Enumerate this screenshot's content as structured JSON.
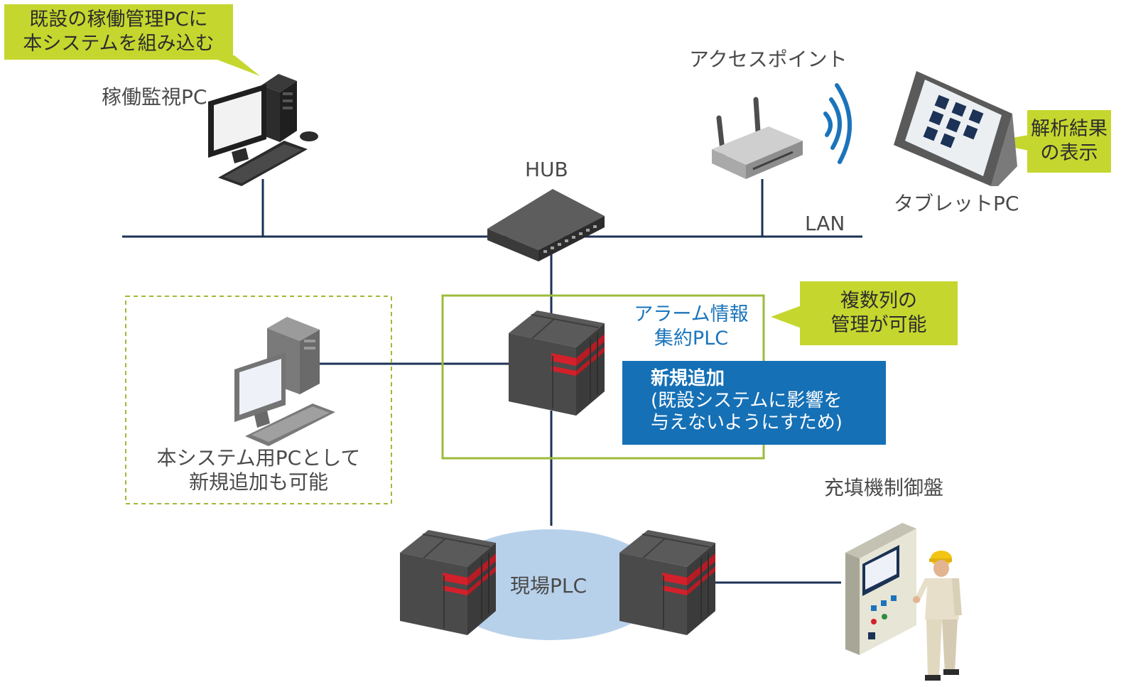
{
  "callouts": {
    "existing_pc": [
      "既設の稼働管理PCに",
      "本システムを組み込む"
    ],
    "analysis": [
      "解析結果",
      "の表示"
    ],
    "multi_rows": [
      "複数列の",
      "管理が可能"
    ]
  },
  "labels": {
    "monitor_pc": "稼働監視PC",
    "access_point": "アクセスポイント",
    "tablet_pc": "タブレットPC",
    "hub": "HUB",
    "lan": "LAN",
    "new_pc": [
      "本システム用PCとして",
      "新規追加も可能"
    ],
    "alarm_plc": [
      "アラーム情報",
      "集約PLC"
    ],
    "field_plc": "現場PLC",
    "filling_panel": "充填機制御盤"
  },
  "notice": {
    "title": "新規追加",
    "lines": [
      "(既設システムに影響を",
      "与えないようにすため)"
    ]
  },
  "colors": {
    "callout_green": "#c5d72e",
    "frame_green": "#9cbb3a",
    "network_line": "#1c3256",
    "notice_blue": "#1570b6",
    "label_blue": "#1b74bb",
    "plc_red": "#d3202a",
    "ellipse_blue": "#b8d1eb"
  }
}
